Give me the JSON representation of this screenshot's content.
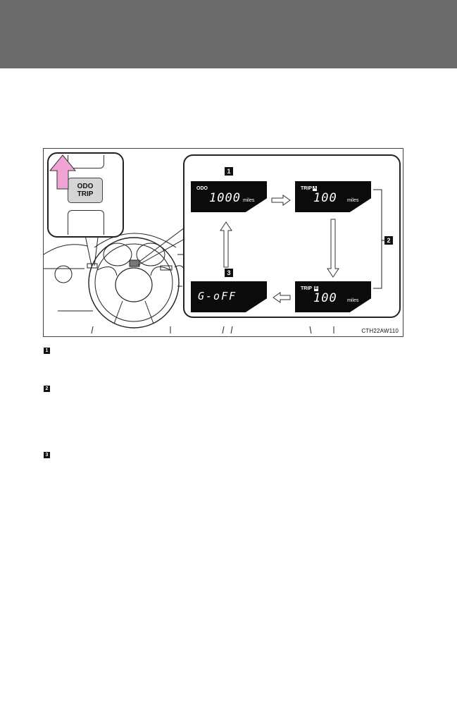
{
  "figure": {
    "code": "CTH22AW110",
    "button": {
      "line1": "ODO",
      "line2": "TRIP"
    },
    "displays": [
      {
        "id": "1",
        "label": "ODO",
        "value": "1000",
        "unit": "miles"
      },
      {
        "id": "2a",
        "label": "TRIP",
        "badge": "A",
        "value": "100",
        "unit": "miles"
      },
      {
        "id": "2b",
        "label": "TRIP",
        "badge": "B",
        "value": "100",
        "unit": "miles"
      },
      {
        "id": "3",
        "value": "G-oFF"
      }
    ],
    "badges": [
      "1",
      "2",
      "3"
    ]
  },
  "legend": [
    {
      "num": "1"
    },
    {
      "num": "2"
    },
    {
      "num": "3"
    }
  ]
}
